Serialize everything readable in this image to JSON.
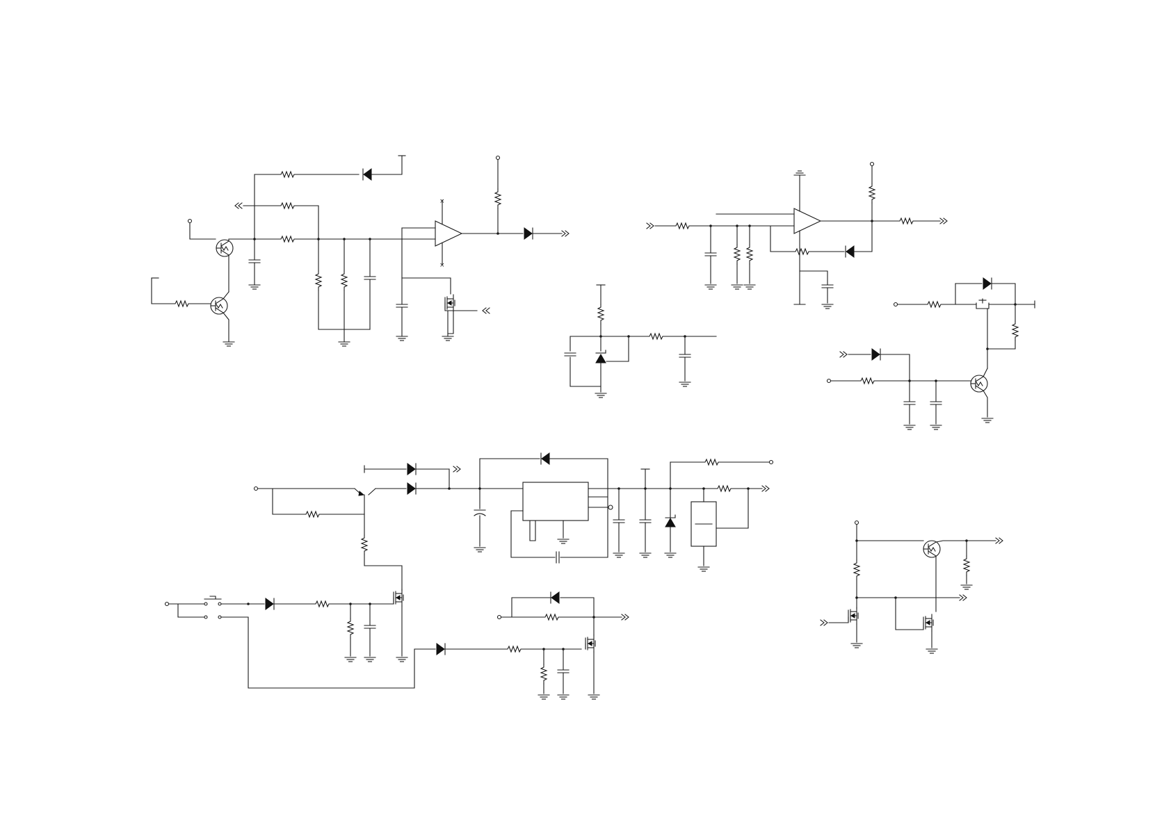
{
  "diagram": {
    "type": "electrical-schematic",
    "background": "#ffffff",
    "ink": "#1a1a1a",
    "blocks": [
      "sensor-comparator-block",
      "reference-regulator-block",
      "input-filter-opamp-block",
      "gate-driver-block",
      "power-switch-regulator-block",
      "output-switch-block"
    ],
    "icons": {
      "resistor": "zigzag",
      "diode": "filled-triangle-bar",
      "capacitor": "parallel-plates",
      "ground": "stacked-bars",
      "transistor": "circle-bjt",
      "mosfet": "n-channel",
      "opamp": "triangle",
      "terminal": "open-circle",
      "offpage": "double-chevron"
    }
  }
}
